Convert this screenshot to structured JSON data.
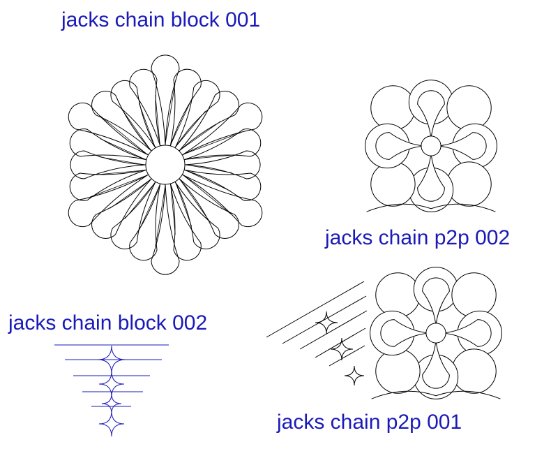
{
  "designs": [
    {
      "id": "block001",
      "label": "jacks chain block 001"
    },
    {
      "id": "p2p002",
      "label": "jacks chain p2p 002"
    },
    {
      "id": "block002",
      "label": "jacks chain block 002"
    },
    {
      "id": "p2p001",
      "label": "jacks chain p2p 001"
    }
  ],
  "colors": {
    "label": "#1a1ab8",
    "line_black": "#000000",
    "line_blue": "#1a1ab8",
    "background": "#ffffff"
  }
}
